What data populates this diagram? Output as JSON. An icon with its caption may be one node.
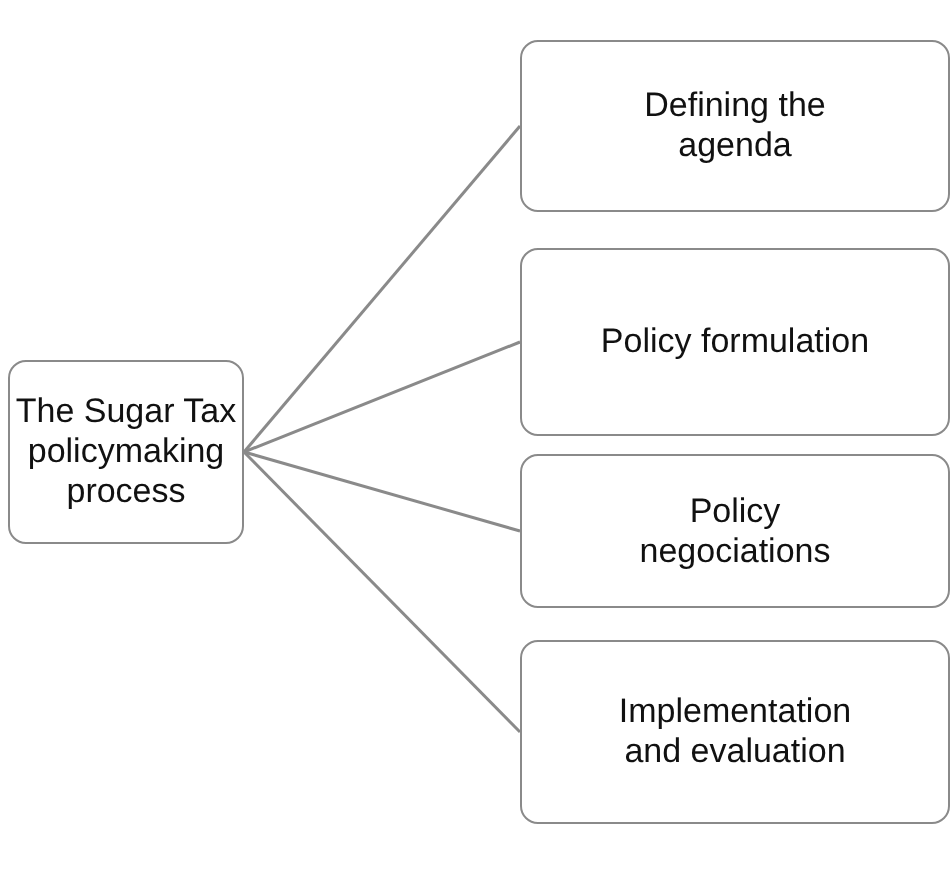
{
  "diagram": {
    "nodes": [
      {
        "text": [
          "The Sugar Tax policymaking process"
        ]
      },
      {
        "text": [
          "Defining the agenda"
        ]
      },
      {
        "text": [
          "Policy formulation"
        ]
      },
      {
        "text": [
          "Policy negociations"
        ]
      },
      {
        "text": [
          "Implementation and evaluation"
        ]
      }
    ],
    "edges": [
      {
        "from": 0,
        "to": 1,
        "arrow": "none"
      },
      {
        "from": 0,
        "to": 2,
        "arrow": "none"
      },
      {
        "from": 0,
        "to": 3,
        "arrow": "none"
      },
      {
        "from": 0,
        "to": 4,
        "arrow": "none"
      }
    ]
  }
}
